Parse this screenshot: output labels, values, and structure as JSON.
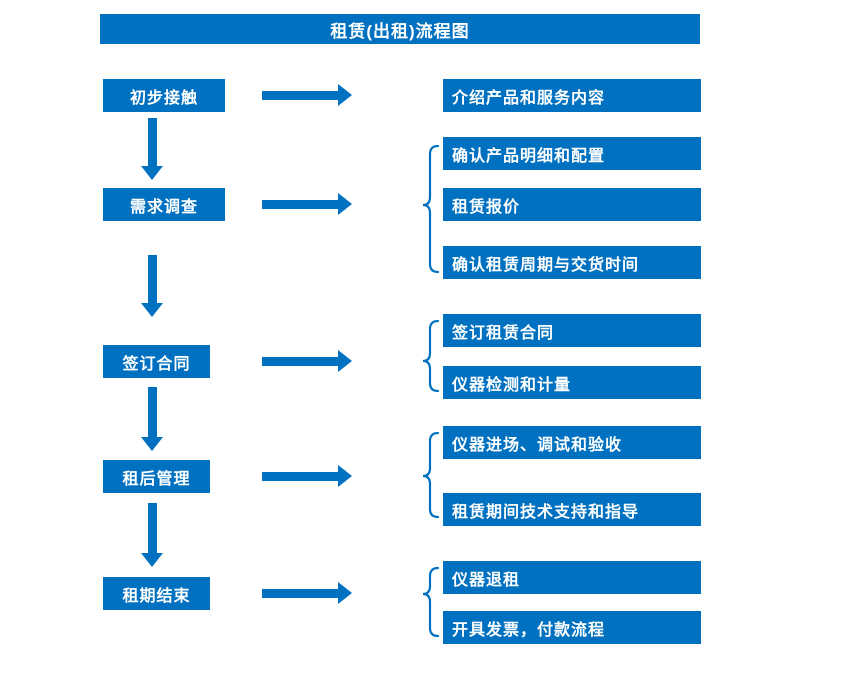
{
  "title": "租赁(出租)流程图",
  "colors": {
    "primary": "#0070C0",
    "text_on_primary": "#FFFFFF",
    "background": "#FFFFFF"
  },
  "stages": [
    {
      "label": "初步接触",
      "details": [
        "介绍产品和服务内容"
      ]
    },
    {
      "label": "需求调查",
      "details": [
        "确认产品明细和配置",
        "租赁报价",
        "确认租赁周期与交货时间"
      ]
    },
    {
      "label": "签订合同",
      "details": [
        "签订租赁合同",
        "仪器检测和计量"
      ]
    },
    {
      "label": "租后管理",
      "details": [
        "仪器进场、调试和验收",
        "租赁期间技术支持和指导"
      ]
    },
    {
      "label": "租期结束",
      "details": [
        "仪器退租",
        "开具发票，付款流程"
      ]
    }
  ]
}
